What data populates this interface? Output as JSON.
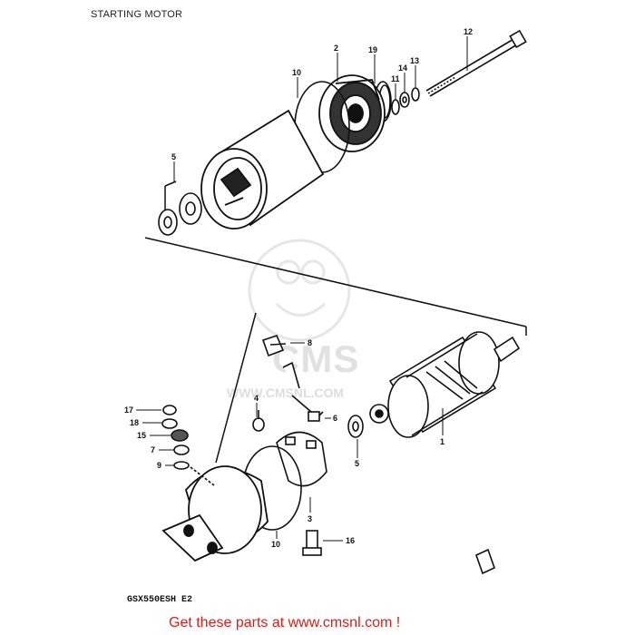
{
  "header": {
    "title": "STARTING MOTOR"
  },
  "watermark": {
    "brand": "CMS",
    "url": "WWW.CMSNL.COM"
  },
  "callouts": {
    "c12": "12",
    "c2": "2",
    "c19": "19",
    "c14": "14",
    "c13": "13",
    "c11": "11",
    "c10_top": "10",
    "c5_top": "5",
    "c8": "8",
    "c4": "4",
    "c6": "6",
    "c17": "17",
    "c18": "18",
    "c15": "15",
    "c7": "7",
    "c9": "9",
    "c1": "1",
    "c5_bottom": "5",
    "c3": "3",
    "c10_bottom": "10",
    "c16": "16"
  },
  "footer": {
    "model_code": "GSX550ESH E2",
    "link_text": "Get these parts at www.cmsnl.com !"
  },
  "colors": {
    "ink": "#111111",
    "footer_link": "#d0211c",
    "watermark": "#9a9a9a"
  },
  "icons": {
    "watermark_logo": "cms-mascot-logo",
    "corner_part": "small-clip-part"
  }
}
